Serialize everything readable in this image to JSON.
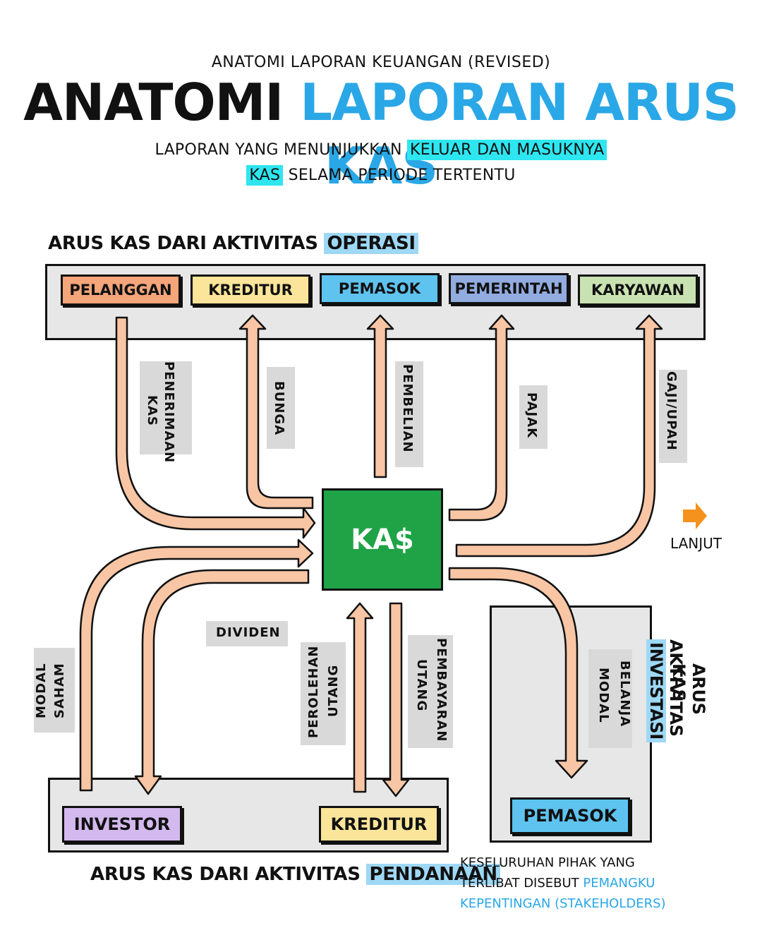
{
  "header": {
    "supertitle": "ANATOMI LAPORAN KEUANGAN (REVISED)",
    "title_part1": "ANATOMI",
    "title_part2": "LAPORAN ARUS KAS",
    "subtitle_line1_prefix": "LAPORAN YANG MENUNJUKKAN",
    "subtitle_line1_highlight": "KELUAR DAN MASUKNYA",
    "subtitle_line2_highlight": "KAS",
    "subtitle_line2_suffix": "SELAMA PERIODE TERTENTU"
  },
  "sections": {
    "operating": {
      "prefix": "ARUS KAS DARI AKTIVITAS",
      "highlight": "OPERASI"
    },
    "financing": {
      "prefix": "ARUS KAS DARI AKTIVITAS",
      "highlight": "PENDANAAN"
    },
    "investing": {
      "line1": "ARUS KAS DARI",
      "line2_prefix": "AKTIVITAS",
      "line2_highlight": "INVESTASI"
    }
  },
  "parties": {
    "operating": [
      {
        "label": "PELANGGAN",
        "color": "#f4a57a"
      },
      {
        "label": "KREDITUR",
        "color": "#fbe59a"
      },
      {
        "label": "PEMASOK",
        "color": "#5ec3ef"
      },
      {
        "label": "PEMERINTAH",
        "color": "#92acdf"
      },
      {
        "label": "KARYAWAN",
        "color": "#c9e2b1"
      }
    ],
    "financing": [
      {
        "label": "INVESTOR",
        "color": "#d3b9ee"
      },
      {
        "label": "KREDITUR",
        "color": "#fbe59a"
      }
    ],
    "investing": [
      {
        "label": "PEMASOK",
        "color": "#5ec3ef"
      }
    ]
  },
  "center": {
    "label": "KA$",
    "color": "#1fa346"
  },
  "flows": {
    "penerimaan_kas": [
      "PENERIMAAN",
      "KAS"
    ],
    "bunga": "BUNGA",
    "pembelian": "PEMBELIAN",
    "pajak": "PAJAK",
    "gaji_upah": "GAJI/UPAH",
    "dividen": "DIVIDEN",
    "modal_saham": [
      "MODAL",
      "SAHAM"
    ],
    "perolehan_utang": [
      "PEROLEHAN",
      "UTANG"
    ],
    "pembayaran_utang": [
      "PEMBAYARAN",
      "UTANG"
    ],
    "belanja_modal": [
      "BELANJA",
      "MODAL"
    ]
  },
  "note": {
    "line1": "KESELURUHAN PIHAK YANG",
    "line2_prefix": "TERLIBAT DISEBUT",
    "line2_highlight": "PEMANGKU",
    "line3_highlight": "KEPENTINGAN (STAKEHOLDERS)"
  },
  "next": {
    "label": "LANJUT",
    "arrow_color": "#f5921e"
  },
  "colors": {
    "arrow_fill": "#f8c6a4",
    "panel": "#e7e7e7",
    "accent_blue": "#2aa7e6",
    "highlight_cyan": "#2ee6f0"
  }
}
